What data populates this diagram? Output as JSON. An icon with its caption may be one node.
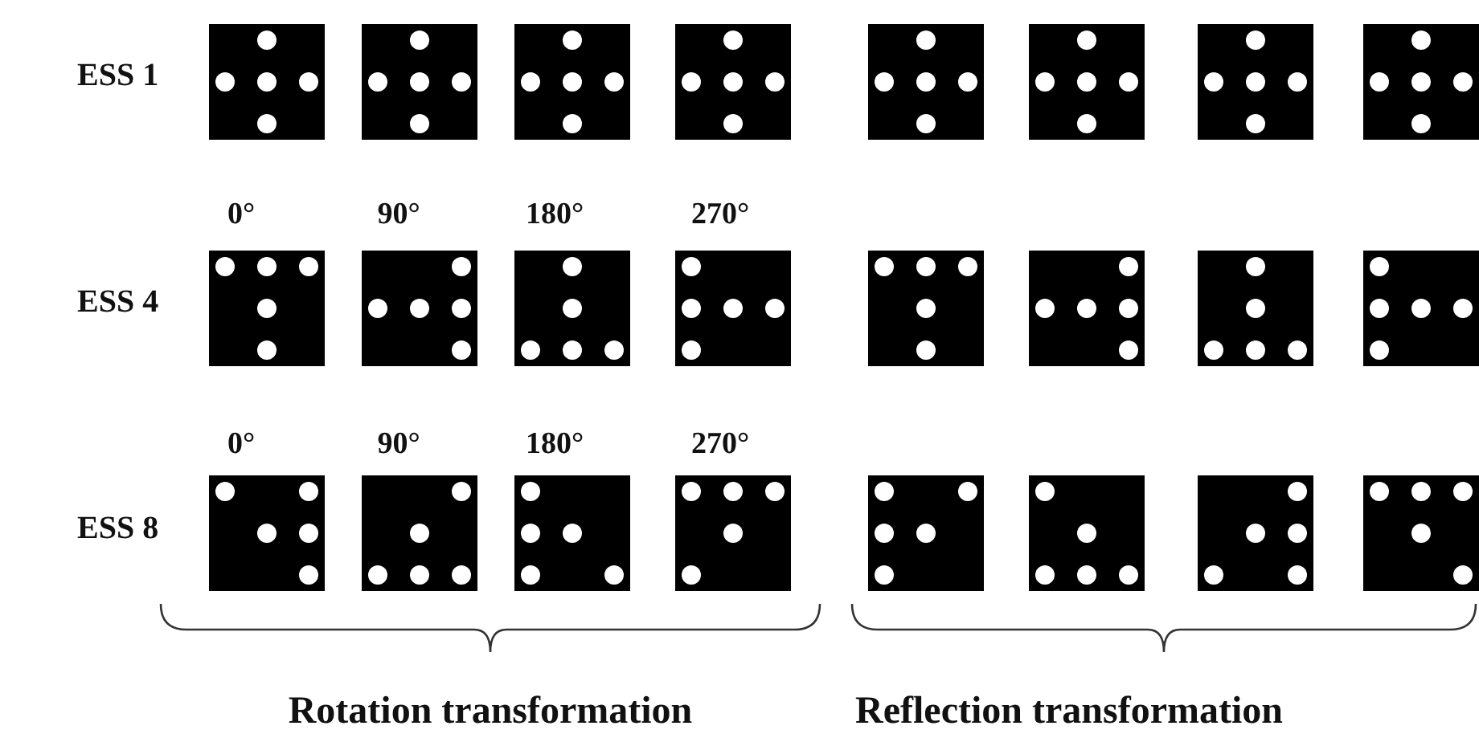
{
  "diagram": {
    "labels": [
      "ESS 1",
      "0°",
      "90°",
      "180°",
      "270°",
      "ESS 4",
      "0°",
      "90°",
      "180°",
      "270°",
      "ESS 8",
      "Rotation transformation",
      "Reflection transformation"
    ]
  }
}
